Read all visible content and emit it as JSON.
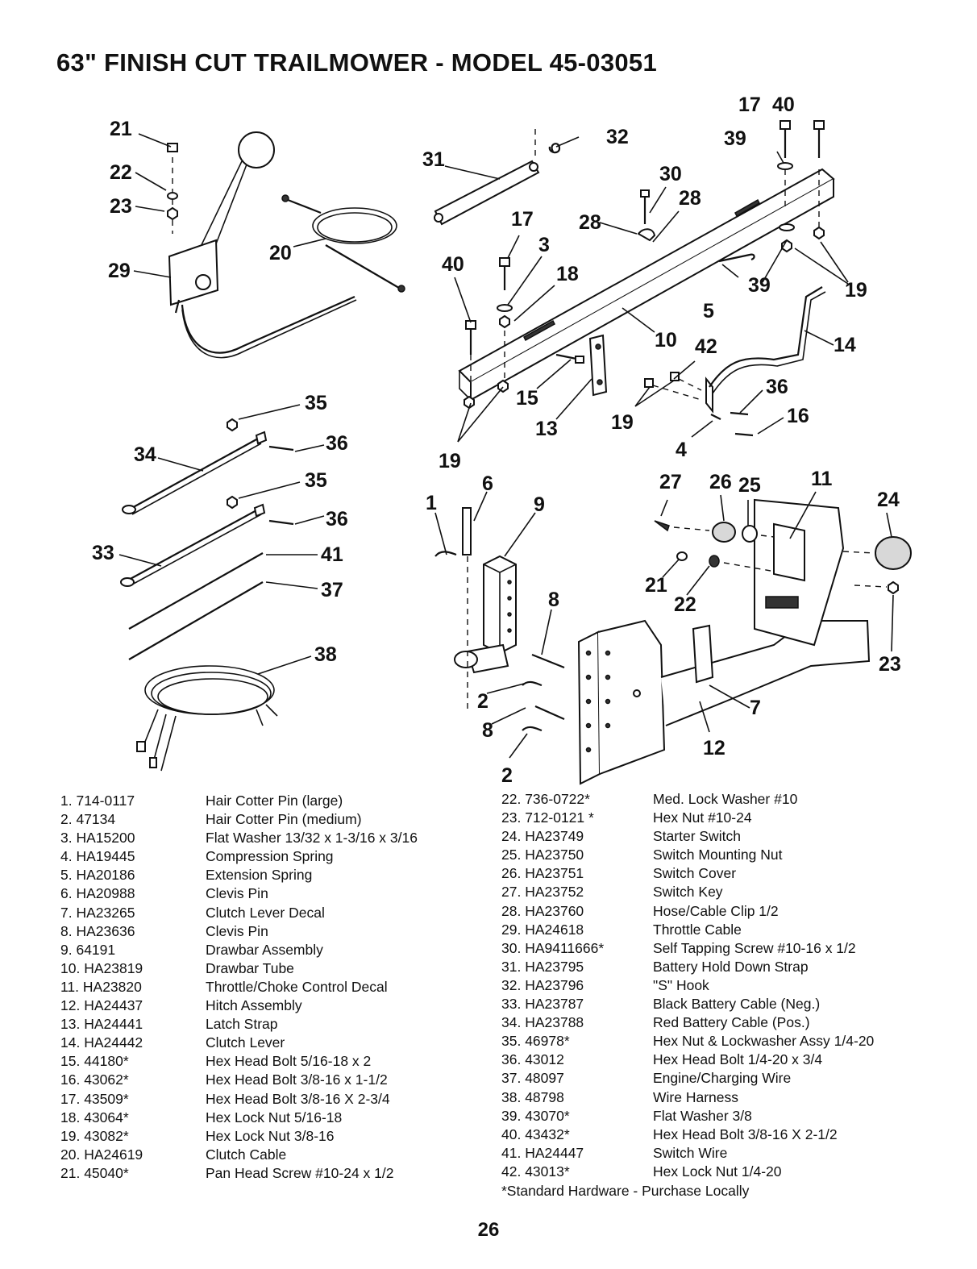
{
  "title": "63\" FINISH CUT TRAILMOWER - MODEL 45-03051",
  "callouts": {
    "c1": "1",
    "c2a": "2",
    "c2b": "2",
    "c3": "3",
    "c4": "4",
    "c5": "5",
    "c6": "6",
    "c7": "7",
    "c8a": "8",
    "c8b": "8",
    "c9": "9",
    "c10": "10",
    "c11": "11",
    "c12": "12",
    "c13": "13",
    "c14": "14",
    "c15": "15",
    "c16": "16",
    "c17a": "17",
    "c17b": "17",
    "c18": "18",
    "c19a": "19",
    "c19b": "19",
    "c19c": "19",
    "c20": "20",
    "c21a": "21",
    "c21b": "21",
    "c22a": "22",
    "c22b": "22",
    "c23a": "23",
    "c23b": "23",
    "c24": "24",
    "c25": "25",
    "c26": "26",
    "c27": "27",
    "c28a": "28",
    "c28b": "28",
    "c29": "29",
    "c30": "30",
    "c31": "31",
    "c32": "32",
    "c33": "33",
    "c34": "34",
    "c35a": "35",
    "c35b": "35",
    "c36a": "36",
    "c36b": "36",
    "c36c": "36",
    "c37": "37",
    "c38": "38",
    "c39a": "39",
    "c39b": "39",
    "c40a": "40",
    "c40b": "40",
    "c41": "41",
    "c42": "42"
  },
  "parts_left": [
    {
      "num": "1.  714-0117",
      "desc": "Hair Cotter Pin (large)"
    },
    {
      "num": "2.  47134",
      "desc": "Hair Cotter Pin (medium)"
    },
    {
      "num": "3.  HA15200",
      "desc": "Flat Washer 13/32 x 1-3/16 x 3/16"
    },
    {
      "num": "4.  HA19445",
      "desc": "Compression Spring"
    },
    {
      "num": "5.  HA20186",
      "desc": "Extension Spring"
    },
    {
      "num": "6.  HA20988",
      "desc": "Clevis Pin"
    },
    {
      "num": "7.  HA23265",
      "desc": "Clutch Lever Decal"
    },
    {
      "num": "8.  HA23636",
      "desc": "Clevis Pin"
    },
    {
      "num": "9.  64191",
      "desc": "Drawbar Assembly"
    },
    {
      "num": "10. HA23819",
      "desc": "Drawbar Tube"
    },
    {
      "num": "11. HA23820",
      "desc": "Throttle/Choke Control Decal"
    },
    {
      "num": "12. HA24437",
      "desc": "Hitch Assembly"
    },
    {
      "num": "13. HA24441",
      "desc": "Latch Strap"
    },
    {
      "num": "14. HA24442",
      "desc": "Clutch Lever"
    },
    {
      "num": "15. 44180*",
      "desc": "Hex Head Bolt 5/16-18 x 2"
    },
    {
      "num": "16. 43062*",
      "desc": "Hex Head Bolt 3/8-16 x 1-1/2"
    },
    {
      "num": "17. 43509*",
      "desc": "Hex Head Bolt 3/8-16 X 2-3/4"
    },
    {
      "num": "18. 43064*",
      "desc": "Hex Lock Nut 5/16-18"
    },
    {
      "num": "19. 43082*",
      "desc": "Hex Lock Nut 3/8-16"
    },
    {
      "num": "20. HA24619",
      "desc": "Clutch Cable"
    },
    {
      "num": "21. 45040*",
      "desc": "Pan Head Screw #10-24 x 1/2"
    }
  ],
  "parts_right": [
    {
      "num": "22. 736-0722*",
      "desc": "Med. Lock Washer #10"
    },
    {
      "num": "23. 712-0121 *",
      "desc": "Hex Nut #10-24"
    },
    {
      "num": "24. HA23749",
      "desc": "Starter Switch"
    },
    {
      "num": "25. HA23750",
      "desc": "Switch Mounting Nut"
    },
    {
      "num": "26. HA23751",
      "desc": "Switch Cover"
    },
    {
      "num": "27. HA23752",
      "desc": "Switch Key"
    },
    {
      "num": "28. HA23760",
      "desc": "Hose/Cable Clip 1/2"
    },
    {
      "num": "29. HA24618",
      "desc": "Throttle Cable"
    },
    {
      "num": "30. HA9411666*",
      "desc": "Self Tapping Screw #10-16 x 1/2"
    },
    {
      "num": "31. HA23795",
      "desc": "Battery Hold Down Strap"
    },
    {
      "num": "32. HA23796",
      "desc": "\"S\" Hook"
    },
    {
      "num": "33. HA23787",
      "desc": "Black Battery Cable (Neg.)"
    },
    {
      "num": "34. HA23788",
      "desc": "Red Battery Cable (Pos.)"
    },
    {
      "num": "35. 46978*",
      "desc": "Hex Nut & Lockwasher Assy 1/4-20"
    },
    {
      "num": "36. 43012",
      "desc": "Hex Head Bolt 1/4-20 x 3/4"
    },
    {
      "num": "37. 48097",
      "desc": "Engine/Charging Wire"
    },
    {
      "num": "38. 48798",
      "desc": "Wire Harness"
    },
    {
      "num": "39. 43070*",
      "desc": "Flat Washer 3/8"
    },
    {
      "num": "40. 43432*",
      "desc": "Hex Head Bolt 3/8-16 X 2-1/2"
    },
    {
      "num": "41. HA24447",
      "desc": "Switch Wire"
    },
    {
      "num": "42. 43013*",
      "desc": "Hex Lock Nut 1/4-20"
    }
  ],
  "footnote": "*Standard Hardware - Purchase Locally",
  "page_number": "26"
}
